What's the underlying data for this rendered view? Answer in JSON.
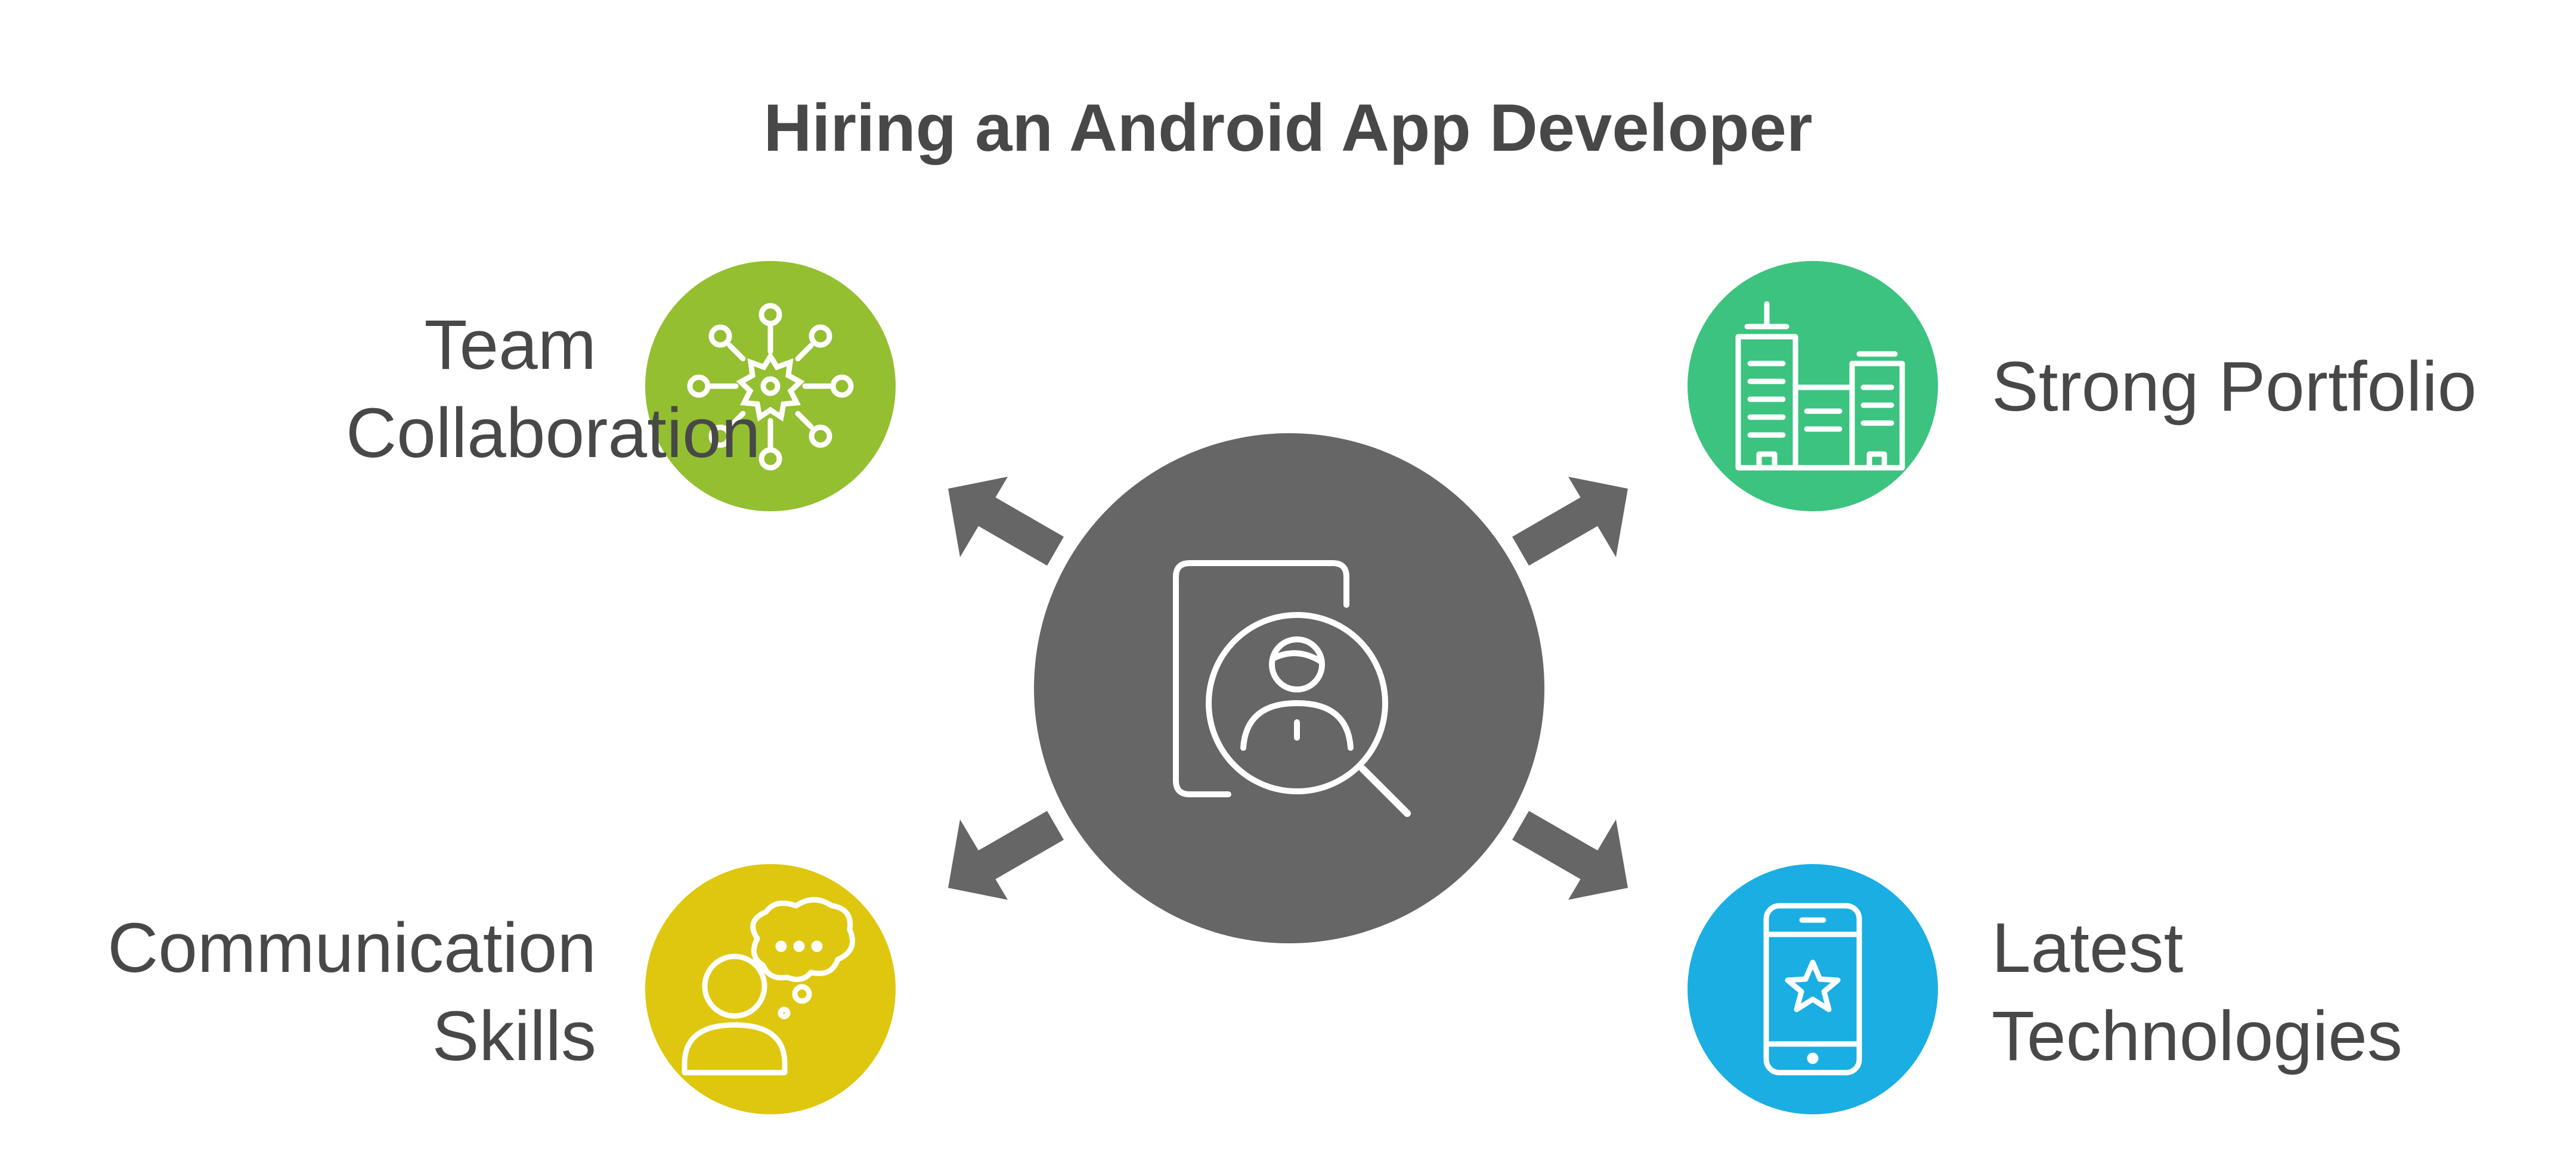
{
  "title": "Hiring an Android App Developer",
  "center": {
    "icon": "candidate-search-icon",
    "color": "#666666"
  },
  "nodes": [
    {
      "id": "team",
      "lines": [
        "Team",
        "Collaboration"
      ],
      "icon": "network-hub-icon",
      "color": "#93BF31"
    },
    {
      "id": "portfolio",
      "lines": [
        "Strong Portfolio"
      ],
      "icon": "buildings-icon",
      "color": "#3CC37F"
    },
    {
      "id": "communication",
      "lines": [
        "Communication",
        "Skills"
      ],
      "icon": "person-speech-bubble-icon",
      "color": "#DEC70E"
    },
    {
      "id": "technologies",
      "lines": [
        "Latest",
        "Technologies"
      ],
      "icon": "smartphone-star-icon",
      "color": "#1AAEE2"
    }
  ],
  "arrow_color": "#666666"
}
